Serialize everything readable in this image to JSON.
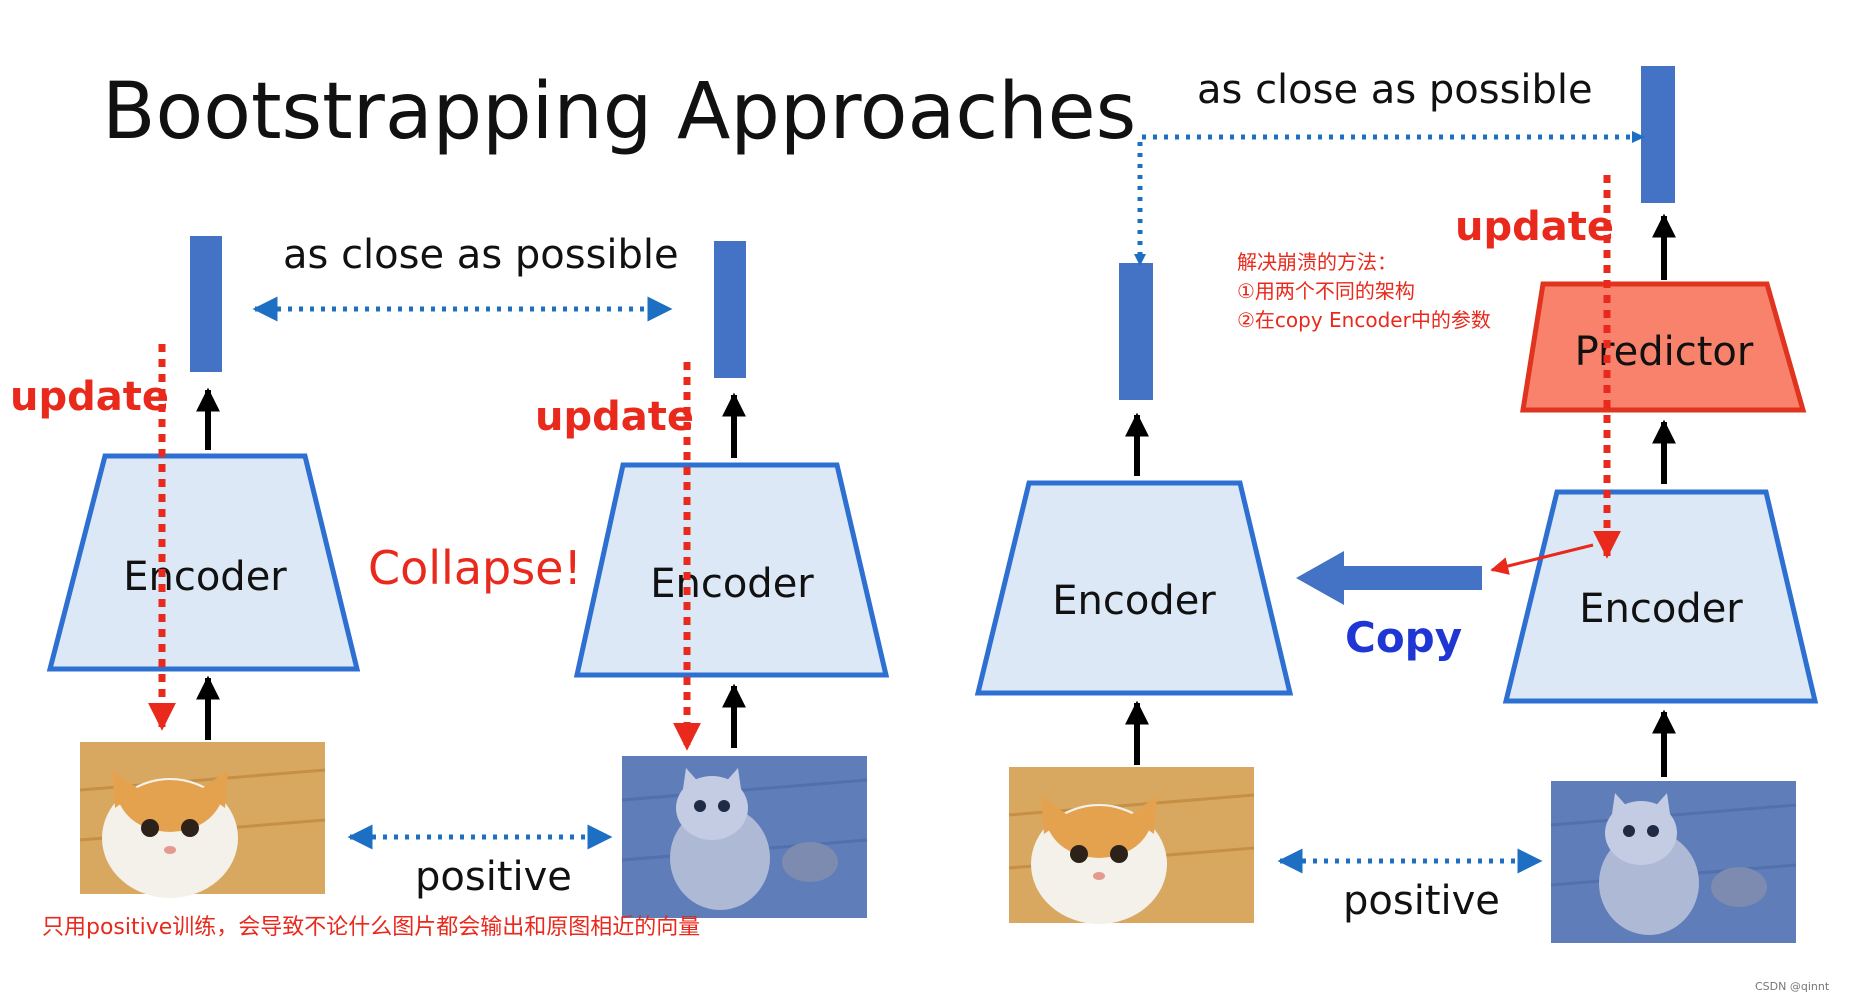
{
  "title": "Bootstrapping Approaches",
  "left": {
    "close_label": "as close as possible",
    "update_label_1": "update",
    "update_label_2": "update",
    "encoder_label_1": "Encoder",
    "encoder_label_2": "Encoder",
    "collapse_label": "Collapse!",
    "positive_label": "positive"
  },
  "right": {
    "close_label": "as close as possible",
    "update_label": "update",
    "predictor_label": "Predictor",
    "encoder_label_1": "Encoder",
    "encoder_label_2": "Encoder",
    "copy_label": "Copy",
    "positive_label": "positive"
  },
  "annotations": {
    "note_line_1": "解决崩溃的方法：",
    "note_line_2": "①用两个不同的架构",
    "note_line_3": "②在copy Encoder中的参数",
    "bottom_note": "只用positive训练，会导致不论什么图片都会输出和原图相近的向量"
  },
  "watermark": "CSDN @qinnt",
  "colors": {
    "vector_blue": "#4472c4",
    "encoder_fill": "#dce8f5",
    "encoder_stroke": "#2e6fd2",
    "predictor_fill": "#f8826b",
    "predictor_stroke": "#e0341f",
    "update_red": "#e8291c",
    "dotted_blue": "#1d6fc4",
    "copy_blue": "#1f35d4"
  }
}
